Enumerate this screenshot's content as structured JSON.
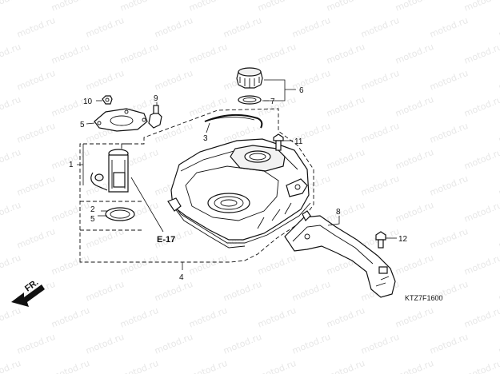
{
  "watermark": "motod.ru",
  "callouts": {
    "c1": "1",
    "c2": "2",
    "c3": "3",
    "c4": "4",
    "c5a": "5",
    "c5b": "5",
    "c6": "6",
    "c7": "7",
    "c8": "8",
    "c9": "9",
    "c10": "10",
    "c11": "11",
    "c12": "12"
  },
  "reference": "E-17",
  "front_label": "FR.",
  "diagram_code": "KTZ7F1600"
}
